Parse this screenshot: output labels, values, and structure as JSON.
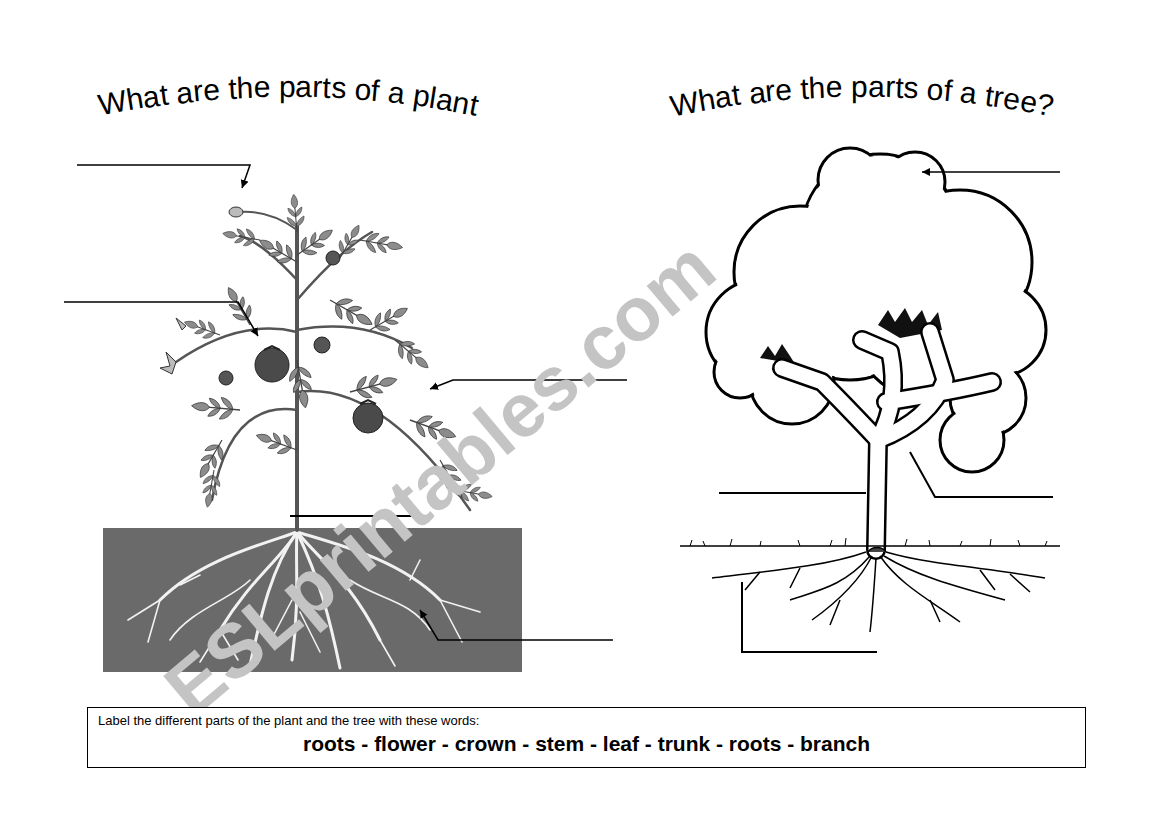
{
  "diagram": {
    "nodes": [
      {
        "text": [
          "Label the different parts of the plant and the tree with these words:",
          "roots - flower - crown - stem - leaf - trunk - roots - branch"
        ]
      }
    ],
    "labels": [
      "What are the parts of a plant",
      "What are the parts of a tree?",
      "ESLprintables.com"
    ]
  }
}
